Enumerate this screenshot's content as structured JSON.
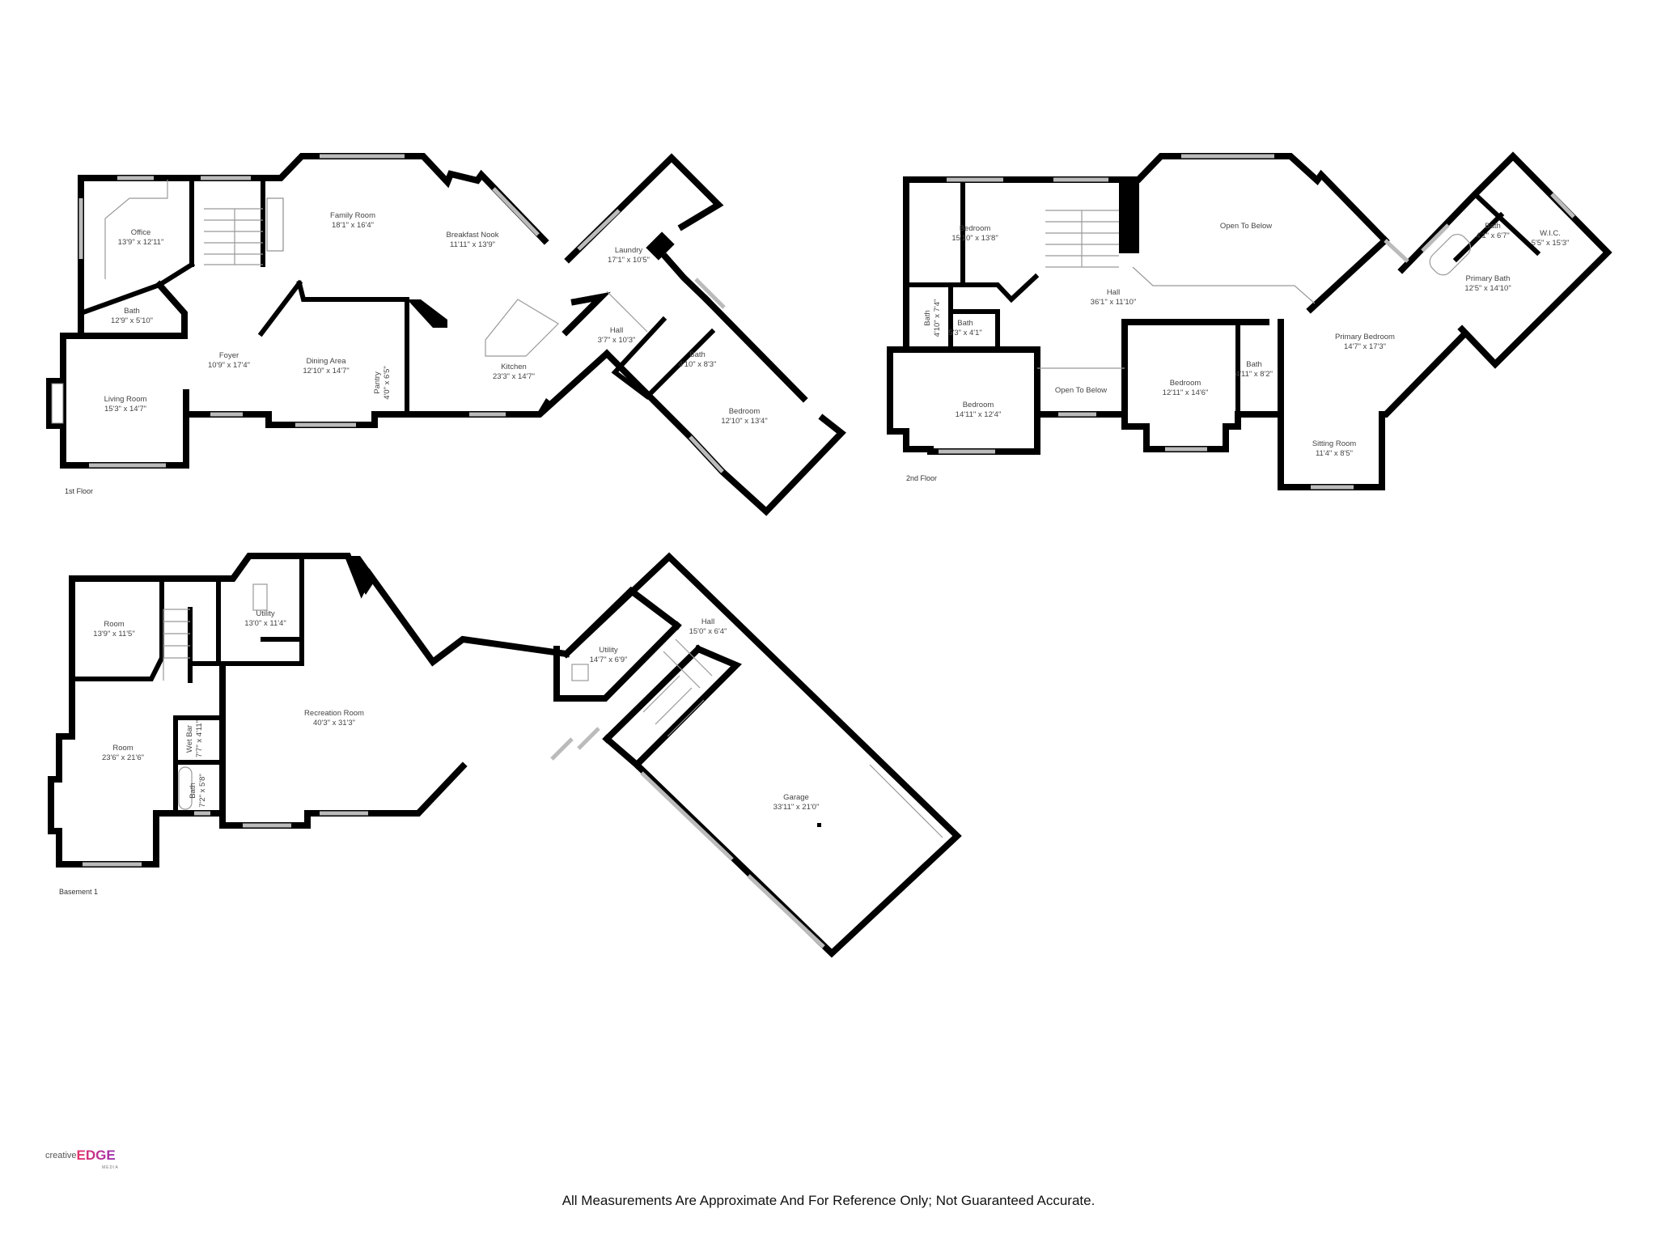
{
  "floors": [
    {
      "label": "1st Floor",
      "rooms": [
        {
          "name": "Office",
          "dims": "13'9\" x 12'11\""
        },
        {
          "name": "Bath",
          "dims": "12'9\" x 5'10\""
        },
        {
          "name": "Family Room",
          "dims": "18'1\" x 16'4\""
        },
        {
          "name": "Breakfast Nook",
          "dims": "11'11\" x 13'9\""
        },
        {
          "name": "Foyer",
          "dims": "10'9\" x 17'4\""
        },
        {
          "name": "Dining Area",
          "dims": "12'10\" x 14'7\""
        },
        {
          "name": "Living Room",
          "dims": "15'3\" x 14'7\""
        },
        {
          "name": "Pantry",
          "dims": "4'0\" x 6'5\""
        },
        {
          "name": "Kitchen",
          "dims": "23'3\" x 14'7\""
        },
        {
          "name": "Laundry",
          "dims": "17'1\" x 10'5\""
        },
        {
          "name": "Hall",
          "dims": "3'7\" x 10'3\""
        },
        {
          "name": "Bath",
          "dims": "4'10\" x 8'3\""
        },
        {
          "name": "Bedroom",
          "dims": "12'10\" x 13'4\""
        }
      ]
    },
    {
      "label": "2nd Floor",
      "rooms": [
        {
          "name": "Bedroom",
          "dims": "15'10\" x 13'8\""
        },
        {
          "name": "Open To Below",
          "dims": ""
        },
        {
          "name": "Hall",
          "dims": "36'1\" x 11'10\""
        },
        {
          "name": "Bath",
          "dims": "4'10\" x 7'4\""
        },
        {
          "name": "Bath",
          "dims": "5'3\" x 4'1\""
        },
        {
          "name": "Bedroom",
          "dims": "14'11\" x 12'4\""
        },
        {
          "name": "Open To Below",
          "dims": ""
        },
        {
          "name": "Bedroom",
          "dims": "12'11\" x 14'6\""
        },
        {
          "name": "Bath",
          "dims": "4'11\" x 8'2\""
        },
        {
          "name": "Bath",
          "dims": "4'1\" x 6'7\""
        },
        {
          "name": "W.I.C.",
          "dims": "5'5\" x 15'3\""
        },
        {
          "name": "Primary Bath",
          "dims": "12'5\" x 14'10\""
        },
        {
          "name": "Primary Bedroom",
          "dims": "14'7\" x 17'3\""
        },
        {
          "name": "Sitting Room",
          "dims": "11'4\" x 8'5\""
        }
      ]
    },
    {
      "label": "Basement 1",
      "rooms": [
        {
          "name": "Room",
          "dims": "13'9\" x 11'5\""
        },
        {
          "name": "Utility",
          "dims": "13'0\" x 11'4\""
        },
        {
          "name": "Room",
          "dims": "23'6\" x 21'6\""
        },
        {
          "name": "Wet Bar",
          "dims": "7'7\" x 4'11\""
        },
        {
          "name": "Bath",
          "dims": "7'2\" x 5'8\""
        },
        {
          "name": "Recreation Room",
          "dims": "40'3\" x 31'3\""
        },
        {
          "name": "Utility",
          "dims": "14'7\" x 6'9\""
        },
        {
          "name": "Hall",
          "dims": "15'0\" x 6'4\""
        },
        {
          "name": "Garage",
          "dims": "33'11\" x 21'0\""
        }
      ]
    }
  ],
  "logo": {
    "word1": "creative",
    "word2": "EDGE",
    "word3": "MEDIA",
    "colors": [
      "#e8336d",
      "#9b2fae"
    ]
  },
  "disclaimer": "All Measurements Are Approximate And For Reference Only; Not Guaranteed Accurate."
}
